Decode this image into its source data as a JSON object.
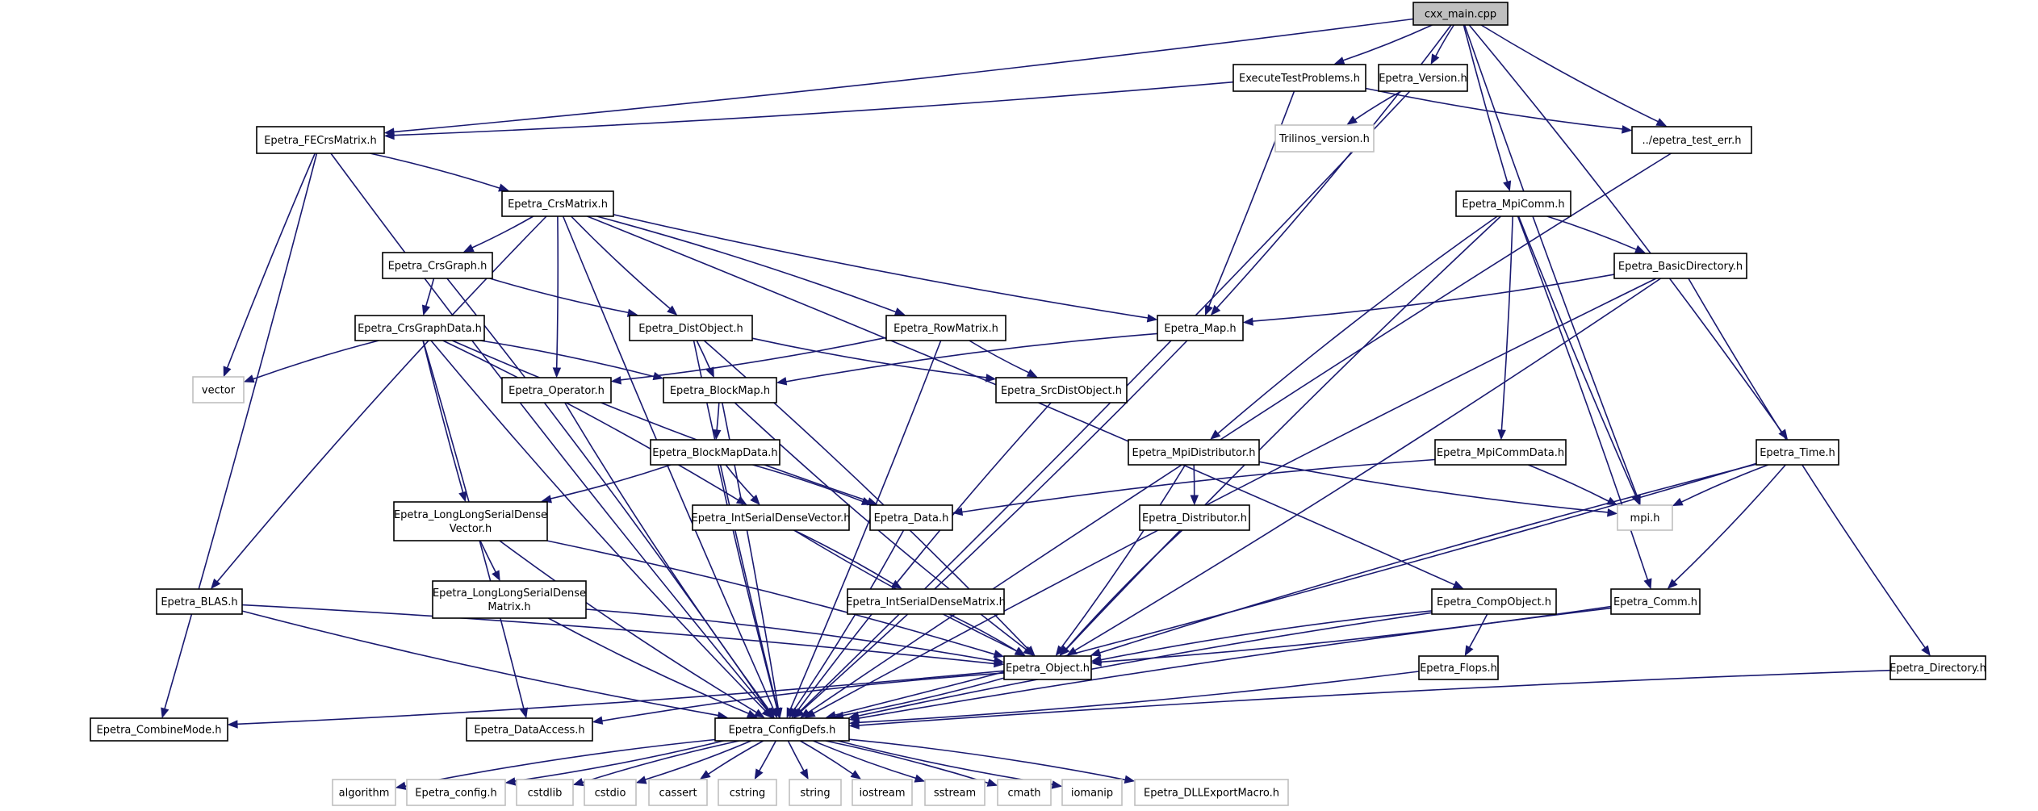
{
  "colors": {
    "edge": "#191970",
    "node_border": "#000000",
    "external_border": "#bfbfbf",
    "root_fill": "#bfbfbf",
    "node_fill": "#ffffff",
    "text": "#000000",
    "external_text": "#3f3f3f"
  },
  "nodes": [
    {
      "id": "cxx_main",
      "label": "cxx_main.cpp",
      "kind": "root"
    },
    {
      "id": "ExecuteTestProblems",
      "label": "ExecuteTestProblems.h",
      "kind": "file"
    },
    {
      "id": "Epetra_Version",
      "label": "Epetra_Version.h",
      "kind": "file"
    },
    {
      "id": "Epetra_FECrsMatrix",
      "label": "Epetra_FECrsMatrix.h",
      "kind": "file"
    },
    {
      "id": "Trilinos_version",
      "label": "Trilinos_version.h",
      "kind": "external"
    },
    {
      "id": "epetra_test_err",
      "label": "../epetra_test_err.h",
      "kind": "file"
    },
    {
      "id": "Epetra_CrsMatrix",
      "label": "Epetra_CrsMatrix.h",
      "kind": "file"
    },
    {
      "id": "Epetra_MpiComm",
      "label": "Epetra_MpiComm.h",
      "kind": "file"
    },
    {
      "id": "Epetra_CrsGraph",
      "label": "Epetra_CrsGraph.h",
      "kind": "file"
    },
    {
      "id": "Epetra_BasicDirectory",
      "label": "Epetra_BasicDirectory.h",
      "kind": "file"
    },
    {
      "id": "Epetra_CrsGraphData",
      "label": "Epetra_CrsGraphData.h",
      "kind": "file"
    },
    {
      "id": "Epetra_DistObject",
      "label": "Epetra_DistObject.h",
      "kind": "file"
    },
    {
      "id": "Epetra_RowMatrix",
      "label": "Epetra_RowMatrix.h",
      "kind": "file"
    },
    {
      "id": "Epetra_Map",
      "label": "Epetra_Map.h",
      "kind": "file"
    },
    {
      "id": "vector",
      "label": "vector",
      "kind": "external"
    },
    {
      "id": "Epetra_Operator",
      "label": "Epetra_Operator.h",
      "kind": "file"
    },
    {
      "id": "Epetra_BlockMap",
      "label": "Epetra_BlockMap.h",
      "kind": "file"
    },
    {
      "id": "Epetra_SrcDistObject",
      "label": "Epetra_SrcDistObject.h",
      "kind": "file"
    },
    {
      "id": "Epetra_BlockMapData",
      "label": "Epetra_BlockMapData.h",
      "kind": "file"
    },
    {
      "id": "Epetra_MpiDistributor",
      "label": "Epetra_MpiDistributor.h",
      "kind": "file"
    },
    {
      "id": "Epetra_MpiCommData",
      "label": "Epetra_MpiCommData.h",
      "kind": "file"
    },
    {
      "id": "Epetra_Time",
      "label": "Epetra_Time.h",
      "kind": "file"
    },
    {
      "id": "Epetra_LongLongSerialDenseVector",
      "label": "Epetra_LongLongSerialDense\nVector.h",
      "kind": "file"
    },
    {
      "id": "Epetra_IntSerialDenseVector",
      "label": "Epetra_IntSerialDenseVector.h",
      "kind": "file"
    },
    {
      "id": "Epetra_Data",
      "label": "Epetra_Data.h",
      "kind": "file"
    },
    {
      "id": "Epetra_Distributor",
      "label": "Epetra_Distributor.h",
      "kind": "file"
    },
    {
      "id": "mpi",
      "label": "mpi.h",
      "kind": "external"
    },
    {
      "id": "Epetra_LongLongSerialDenseMatrix",
      "label": "Epetra_LongLongSerialDense\nMatrix.h",
      "kind": "file"
    },
    {
      "id": "Epetra_BLAS",
      "label": "Epetra_BLAS.h",
      "kind": "file"
    },
    {
      "id": "Epetra_IntSerialDenseMatrix",
      "label": "Epetra_IntSerialDenseMatrix.h",
      "kind": "file"
    },
    {
      "id": "Epetra_CompObject",
      "label": "Epetra_CompObject.h",
      "kind": "file"
    },
    {
      "id": "Epetra_Comm",
      "label": "Epetra_Comm.h",
      "kind": "file"
    },
    {
      "id": "Epetra_Object",
      "label": "Epetra_Object.h",
      "kind": "file"
    },
    {
      "id": "Epetra_Flops",
      "label": "Epetra_Flops.h",
      "kind": "file"
    },
    {
      "id": "Epetra_Directory",
      "label": "Epetra_Directory.h",
      "kind": "file"
    },
    {
      "id": "Epetra_CombineMode",
      "label": "Epetra_CombineMode.h",
      "kind": "file"
    },
    {
      "id": "Epetra_DataAccess",
      "label": "Epetra_DataAccess.h",
      "kind": "file"
    },
    {
      "id": "Epetra_ConfigDefs",
      "label": "Epetra_ConfigDefs.h",
      "kind": "file"
    },
    {
      "id": "algorithm",
      "label": "algorithm",
      "kind": "external"
    },
    {
      "id": "Epetra_config",
      "label": "Epetra_config.h",
      "kind": "external"
    },
    {
      "id": "cstdlib",
      "label": "cstdlib",
      "kind": "external"
    },
    {
      "id": "cstdio",
      "label": "cstdio",
      "kind": "external"
    },
    {
      "id": "cassert",
      "label": "cassert",
      "kind": "external"
    },
    {
      "id": "cstring",
      "label": "cstring",
      "kind": "external"
    },
    {
      "id": "string",
      "label": "string",
      "kind": "external"
    },
    {
      "id": "iostream",
      "label": "iostream",
      "kind": "external"
    },
    {
      "id": "sstream",
      "label": "sstream",
      "kind": "external"
    },
    {
      "id": "cmath",
      "label": "cmath",
      "kind": "external"
    },
    {
      "id": "iomanip",
      "label": "iomanip",
      "kind": "external"
    },
    {
      "id": "Epetra_DLLExportMacro",
      "label": "Epetra_DLLExportMacro.h",
      "kind": "external"
    }
  ],
  "edges": [
    [
      "cxx_main",
      "ExecuteTestProblems"
    ],
    [
      "cxx_main",
      "Epetra_Version"
    ],
    [
      "cxx_main",
      "Epetra_FECrsMatrix"
    ],
    [
      "cxx_main",
      "epetra_test_err"
    ],
    [
      "cxx_main",
      "Epetra_Map"
    ],
    [
      "cxx_main",
      "Epetra_MpiComm"
    ],
    [
      "cxx_main",
      "Epetra_Time"
    ],
    [
      "cxx_main",
      "mpi"
    ],
    [
      "ExecuteTestProblems",
      "Epetra_FECrsMatrix"
    ],
    [
      "ExecuteTestProblems",
      "epetra_test_err"
    ],
    [
      "ExecuteTestProblems",
      "Epetra_Map"
    ],
    [
      "Epetra_Version",
      "Trilinos_version"
    ],
    [
      "Epetra_Version",
      "Epetra_ConfigDefs"
    ],
    [
      "epetra_test_err",
      "Epetra_ConfigDefs"
    ],
    [
      "Epetra_FECrsMatrix",
      "Epetra_CrsMatrix"
    ],
    [
      "Epetra_FECrsMatrix",
      "vector"
    ],
    [
      "Epetra_FECrsMatrix",
      "Epetra_CombineMode"
    ],
    [
      "Epetra_FECrsMatrix",
      "Epetra_ConfigDefs"
    ],
    [
      "Epetra_CrsMatrix",
      "Epetra_CrsGraph"
    ],
    [
      "Epetra_CrsMatrix",
      "Epetra_DistObject"
    ],
    [
      "Epetra_CrsMatrix",
      "Epetra_RowMatrix"
    ],
    [
      "Epetra_CrsMatrix",
      "Epetra_Map"
    ],
    [
      "Epetra_CrsMatrix",
      "Epetra_Operator"
    ],
    [
      "Epetra_CrsMatrix",
      "Epetra_BLAS"
    ],
    [
      "Epetra_CrsMatrix",
      "Epetra_CompObject"
    ],
    [
      "Epetra_CrsMatrix",
      "Epetra_ConfigDefs"
    ],
    [
      "Epetra_CrsGraph",
      "Epetra_CrsGraphData"
    ],
    [
      "Epetra_CrsGraph",
      "Epetra_DistObject"
    ],
    [
      "Epetra_CrsGraph",
      "Epetra_ConfigDefs"
    ],
    [
      "Epetra_CrsGraphData",
      "vector"
    ],
    [
      "Epetra_CrsGraphData",
      "Epetra_BlockMap"
    ],
    [
      "Epetra_CrsGraphData",
      "Epetra_Data"
    ],
    [
      "Epetra_CrsGraphData",
      "Epetra_IntSerialDenseVector"
    ],
    [
      "Epetra_CrsGraphData",
      "Epetra_LongLongSerialDenseVector"
    ],
    [
      "Epetra_CrsGraphData",
      "Epetra_DataAccess"
    ],
    [
      "Epetra_CrsGraphData",
      "Epetra_ConfigDefs"
    ],
    [
      "Epetra_DistObject",
      "Epetra_BlockMap"
    ],
    [
      "Epetra_DistObject",
      "Epetra_SrcDistObject"
    ],
    [
      "Epetra_DistObject",
      "Epetra_Object"
    ],
    [
      "Epetra_DistObject",
      "Epetra_ConfigDefs"
    ],
    [
      "Epetra_RowMatrix",
      "Epetra_Operator"
    ],
    [
      "Epetra_RowMatrix",
      "Epetra_SrcDistObject"
    ],
    [
      "Epetra_RowMatrix",
      "Epetra_ConfigDefs"
    ],
    [
      "Epetra_Map",
      "Epetra_BlockMap"
    ],
    [
      "Epetra_Map",
      "Epetra_ConfigDefs"
    ],
    [
      "Epetra_Operator",
      "Epetra_ConfigDefs"
    ],
    [
      "Epetra_BlockMap",
      "Epetra_BlockMapData"
    ],
    [
      "Epetra_BlockMap",
      "Epetra_Object"
    ],
    [
      "Epetra_BlockMap",
      "Epetra_ConfigDefs"
    ],
    [
      "Epetra_SrcDistObject",
      "Epetra_ConfigDefs"
    ],
    [
      "Epetra_BlockMapData",
      "Epetra_Data"
    ],
    [
      "Epetra_BlockMapData",
      "Epetra_IntSerialDenseVector"
    ],
    [
      "Epetra_BlockMapData",
      "Epetra_LongLongSerialDenseVector"
    ],
    [
      "Epetra_BlockMapData",
      "Epetra_ConfigDefs"
    ],
    [
      "Epetra_MpiComm",
      "Epetra_BasicDirectory"
    ],
    [
      "Epetra_MpiComm",
      "Epetra_MpiDistributor"
    ],
    [
      "Epetra_MpiComm",
      "Epetra_MpiCommData"
    ],
    [
      "Epetra_MpiComm",
      "mpi"
    ],
    [
      "Epetra_MpiComm",
      "Epetra_Comm"
    ],
    [
      "Epetra_MpiComm",
      "Epetra_Object"
    ],
    [
      "Epetra_BasicDirectory",
      "Epetra_Map"
    ],
    [
      "Epetra_BasicDirectory",
      "Epetra_Directory"
    ],
    [
      "Epetra_BasicDirectory",
      "Epetra_Object"
    ],
    [
      "Epetra_BasicDirectory",
      "Epetra_ConfigDefs"
    ],
    [
      "Epetra_MpiDistributor",
      "Epetra_Distributor"
    ],
    [
      "Epetra_MpiDistributor",
      "mpi"
    ],
    [
      "Epetra_MpiDistributor",
      "Epetra_Object"
    ],
    [
      "Epetra_MpiCommData",
      "Epetra_Data"
    ],
    [
      "Epetra_MpiCommData",
      "mpi"
    ],
    [
      "Epetra_Time",
      "mpi"
    ],
    [
      "Epetra_Time",
      "Epetra_Comm"
    ],
    [
      "Epetra_Time",
      "Epetra_Object"
    ],
    [
      "Epetra_Time",
      "Epetra_ConfigDefs"
    ],
    [
      "Epetra_LongLongSerialDenseVector",
      "Epetra_LongLongSerialDenseMatrix"
    ],
    [
      "Epetra_LongLongSerialDenseVector",
      "Epetra_Object"
    ],
    [
      "Epetra_LongLongSerialDenseVector",
      "Epetra_ConfigDefs"
    ],
    [
      "Epetra_IntSerialDenseVector",
      "Epetra_IntSerialDenseMatrix"
    ],
    [
      "Epetra_IntSerialDenseVector",
      "Epetra_Object"
    ],
    [
      "Epetra_Data",
      "Epetra_ConfigDefs"
    ],
    [
      "Epetra_Distributor",
      "Epetra_Object"
    ],
    [
      "Epetra_LongLongSerialDenseMatrix",
      "Epetra_Object"
    ],
    [
      "Epetra_LongLongSerialDenseMatrix",
      "Epetra_ConfigDefs"
    ],
    [
      "Epetra_BLAS",
      "Epetra_Object"
    ],
    [
      "Epetra_BLAS",
      "Epetra_ConfigDefs"
    ],
    [
      "Epetra_IntSerialDenseMatrix",
      "Epetra_Object"
    ],
    [
      "Epetra_CompObject",
      "Epetra_Object"
    ],
    [
      "Epetra_CompObject",
      "Epetra_Flops"
    ],
    [
      "Epetra_CompObject",
      "Epetra_ConfigDefs"
    ],
    [
      "Epetra_Comm",
      "Epetra_Object"
    ],
    [
      "Epetra_Comm",
      "Epetra_ConfigDefs"
    ],
    [
      "Epetra_Flops",
      "Epetra_ConfigDefs"
    ],
    [
      "Epetra_Directory",
      "Epetra_ConfigDefs"
    ],
    [
      "Epetra_Object",
      "Epetra_CombineMode"
    ],
    [
      "Epetra_Object",
      "Epetra_DataAccess"
    ],
    [
      "Epetra_Object",
      "Epetra_ConfigDefs"
    ],
    [
      "Epetra_ConfigDefs",
      "algorithm"
    ],
    [
      "Epetra_ConfigDefs",
      "Epetra_config"
    ],
    [
      "Epetra_ConfigDefs",
      "cstdlib"
    ],
    [
      "Epetra_ConfigDefs",
      "cstdio"
    ],
    [
      "Epetra_ConfigDefs",
      "cassert"
    ],
    [
      "Epetra_ConfigDefs",
      "cstring"
    ],
    [
      "Epetra_ConfigDefs",
      "string"
    ],
    [
      "Epetra_ConfigDefs",
      "iostream"
    ],
    [
      "Epetra_ConfigDefs",
      "sstream"
    ],
    [
      "Epetra_ConfigDefs",
      "cmath"
    ],
    [
      "Epetra_ConfigDefs",
      "iomanip"
    ],
    [
      "Epetra_ConfigDefs",
      "Epetra_DLLExportMacro"
    ]
  ]
}
